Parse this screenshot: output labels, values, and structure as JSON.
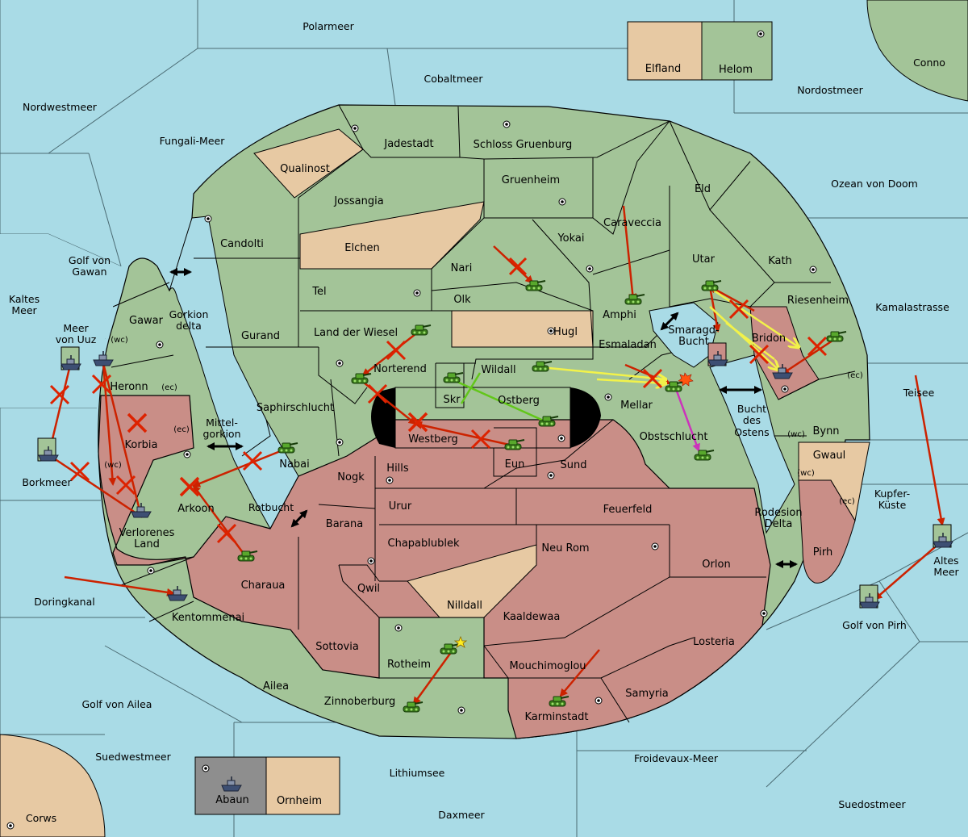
{
  "colors": {
    "sea": "#a9dbe6",
    "friendly_land": "#a3c498",
    "enemy_land": "#c98e87",
    "neutral_land": "#e7c9a3",
    "grey_land": "#8e8e8e",
    "border": "#000000",
    "attack_arrow": "#cc2200",
    "allied_arrow": "#f2f24a",
    "support_arrow": "#62c61a",
    "special_arrow": "#cc33bb"
  },
  "regions": {
    "polarmeer": "Polarmeer",
    "cobaltmeer": "Cobaltmeer",
    "elfland": "Elfland",
    "helom": "Helom",
    "conno": "Conno",
    "nordwestmeer": "Nordwestmeer",
    "nordostmeer": "Nordostmeer",
    "fungali_meer": "Fungali-Meer",
    "jadestadt": "Jadestadt",
    "schloss_gruenburg": "Schloss Gruenburg",
    "qualinost": "Qualinost",
    "gruenheim": "Gruenheim",
    "eld": "Eld",
    "ozean_von_doom": "Ozean von Doom",
    "jossangia": "Jossangia",
    "caraveccia": "Caraveccia",
    "candolti": "Candolti",
    "elchen": "Elchen",
    "yokai": "Yokai",
    "golf_von_gawan_1": "Golf von",
    "golf_von_gawan_2": "Gawan",
    "nari": "Nari",
    "utar": "Utar",
    "kath": "Kath",
    "kaltes_meer_1": "Kaltes",
    "kaltes_meer_2": "Meer",
    "tel": "Tel",
    "olk": "Olk",
    "amphi": "Amphi",
    "riesenheim": "Riesenheim",
    "kamalastrasse": "Kamalastrasse",
    "gawar": "Gawar",
    "gorkion_delta_1": "Gorkion",
    "gorkion_delta_2": "delta",
    "meer_von_uuz_1": "Meer",
    "meer_von_uuz_2": "von Uuz",
    "gurand": "Gurand",
    "land_der_wiesel": "Land der Wiesel",
    "hugl": "Hugl",
    "smaragd_bucht_1": "Smaragd-",
    "smaragd_bucht_2": "Bucht",
    "bridon": "Bridon",
    "esmaladan": "Esmaladan",
    "norterend": "Norterend",
    "wildall": "Wildall",
    "heronn": "Heronn",
    "skr": "Skr",
    "ostberg": "Ostberg",
    "teisee": "Teisee",
    "saphirschlucht": "Saphirschlucht",
    "mellar": "Mellar",
    "korbia": "Korbia",
    "mittelgorkion_1": "Mittel-",
    "mittelgorkion_2": "gorkion",
    "westberg": "Westberg",
    "bucht_des_ostens_1": "Bucht",
    "bucht_des_ostens_2": "des",
    "bucht_des_ostens_3": "Ostens",
    "bynn": "Bynn",
    "obstschlucht": "Obstschlucht",
    "nabai": "Nabai",
    "eun": "Eun",
    "gwaul": "Gwaul",
    "nogk": "Nogk",
    "hills": "Hills",
    "sund": "Sund",
    "borkmeer": "Borkmeer",
    "kupferkueste_1": "Kupfer-",
    "kupferkueste_2": "Küste",
    "arkoon": "Arkoon",
    "rotbucht": "Rotbucht",
    "urur": "Urur",
    "feuerfeld": "Feuerfeld",
    "rodesion_delta_1": "Rodesion",
    "rodesion_delta_2": "Delta",
    "barana": "Barana",
    "verlorenes_land_1": "Verlorenes",
    "verlorenes_land_2": "Land",
    "chapablublek": "Chapablublek",
    "neu_rom": "Neu Rom",
    "pirh": "Pirh",
    "altes_meer_1": "Altes",
    "altes_meer_2": "Meer",
    "orlon": "Orlon",
    "charaua": "Charaua",
    "qwil": "Qwil",
    "doringkanal": "Doringkanal",
    "nilldall": "Nilldall",
    "kaldewaa": "Kaaldewaa",
    "kentommenai": "Kentommenai",
    "golf_von_pirh": "Golf von Pirh",
    "sottovia": "Sottovia",
    "losteria": "Losteria",
    "rotheim": "Rotheim",
    "mouchimoglou": "Mouchimoglou",
    "ailea": "Ailea",
    "samyria": "Samyria",
    "golf_von_ailea": "Golf von Ailea",
    "zinnoberburg": "Zinnoberburg",
    "karminstadt": "Karminstadt",
    "suedwestmeer": "Suedwestmeer",
    "froidevaux_meer": "Froidevaux-Meer",
    "lithiumsee": "Lithiumsee",
    "abaun": "Abaun",
    "ornheim": "Ornheim",
    "suedostmeer": "Suedostmeer",
    "corws": "Corws",
    "daxmeer": "Daxmeer"
  },
  "coast_labels": {
    "wc": "(wc)",
    "ec": "(ec)"
  }
}
